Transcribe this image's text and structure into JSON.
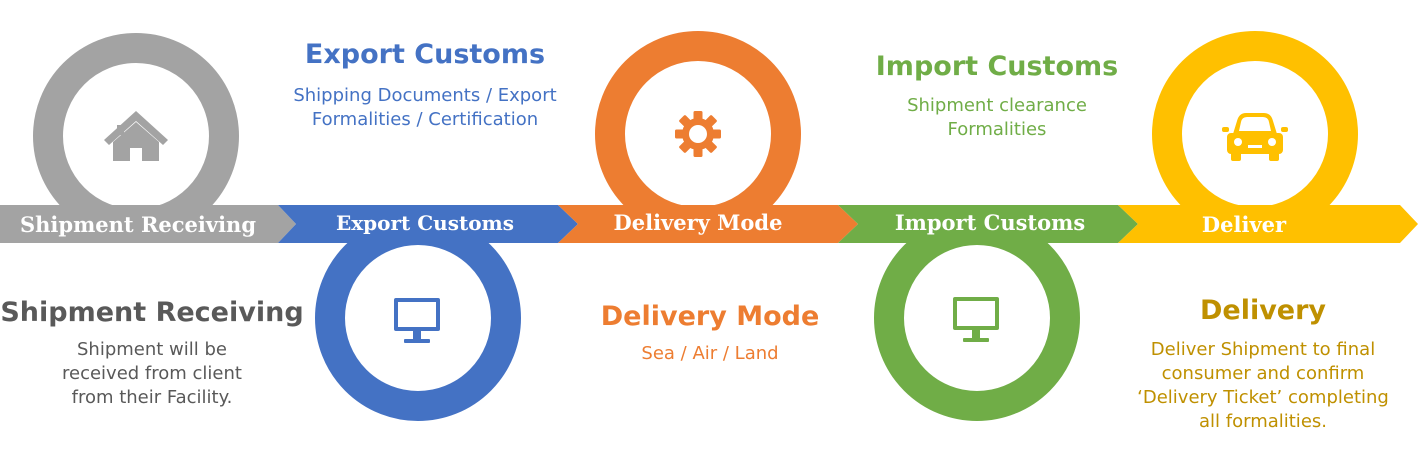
{
  "colors": {
    "gray": "#a3a3a3",
    "blue": "#4472c4",
    "orange": "#ed7d31",
    "green": "#70ad47",
    "gold": "#ffc000",
    "dark_gray_text": "#595959",
    "gold_text": "#bf9000"
  },
  "steps": [
    {
      "arrow_label": "Shipment Receiving",
      "icon": "house-icon",
      "title": "Shipment Receiving",
      "description": [
        "Shipment will be",
        "received from client",
        "from their Facility."
      ]
    },
    {
      "arrow_label": "Export Customs",
      "icon": "monitor-icon",
      "title": "Export Customs",
      "description": [
        "Shipping Documents / Export",
        "Formalities / Certification"
      ]
    },
    {
      "arrow_label": "Delivery Mode",
      "icon": "gear-icon",
      "title": "Delivery Mode",
      "description": [
        "Sea / Air / Land"
      ]
    },
    {
      "arrow_label": "Import Customs",
      "icon": "monitor-icon",
      "title": "Import Customs",
      "description": [
        "Shipment clearance",
        "Formalities"
      ]
    },
    {
      "arrow_label": "Deliver",
      "icon": "car-icon",
      "title": "Delivery",
      "description": [
        "Deliver Shipment to final",
        "consumer and confirm",
        "‘Delivery Ticket’ completing",
        "all formalities."
      ]
    }
  ]
}
